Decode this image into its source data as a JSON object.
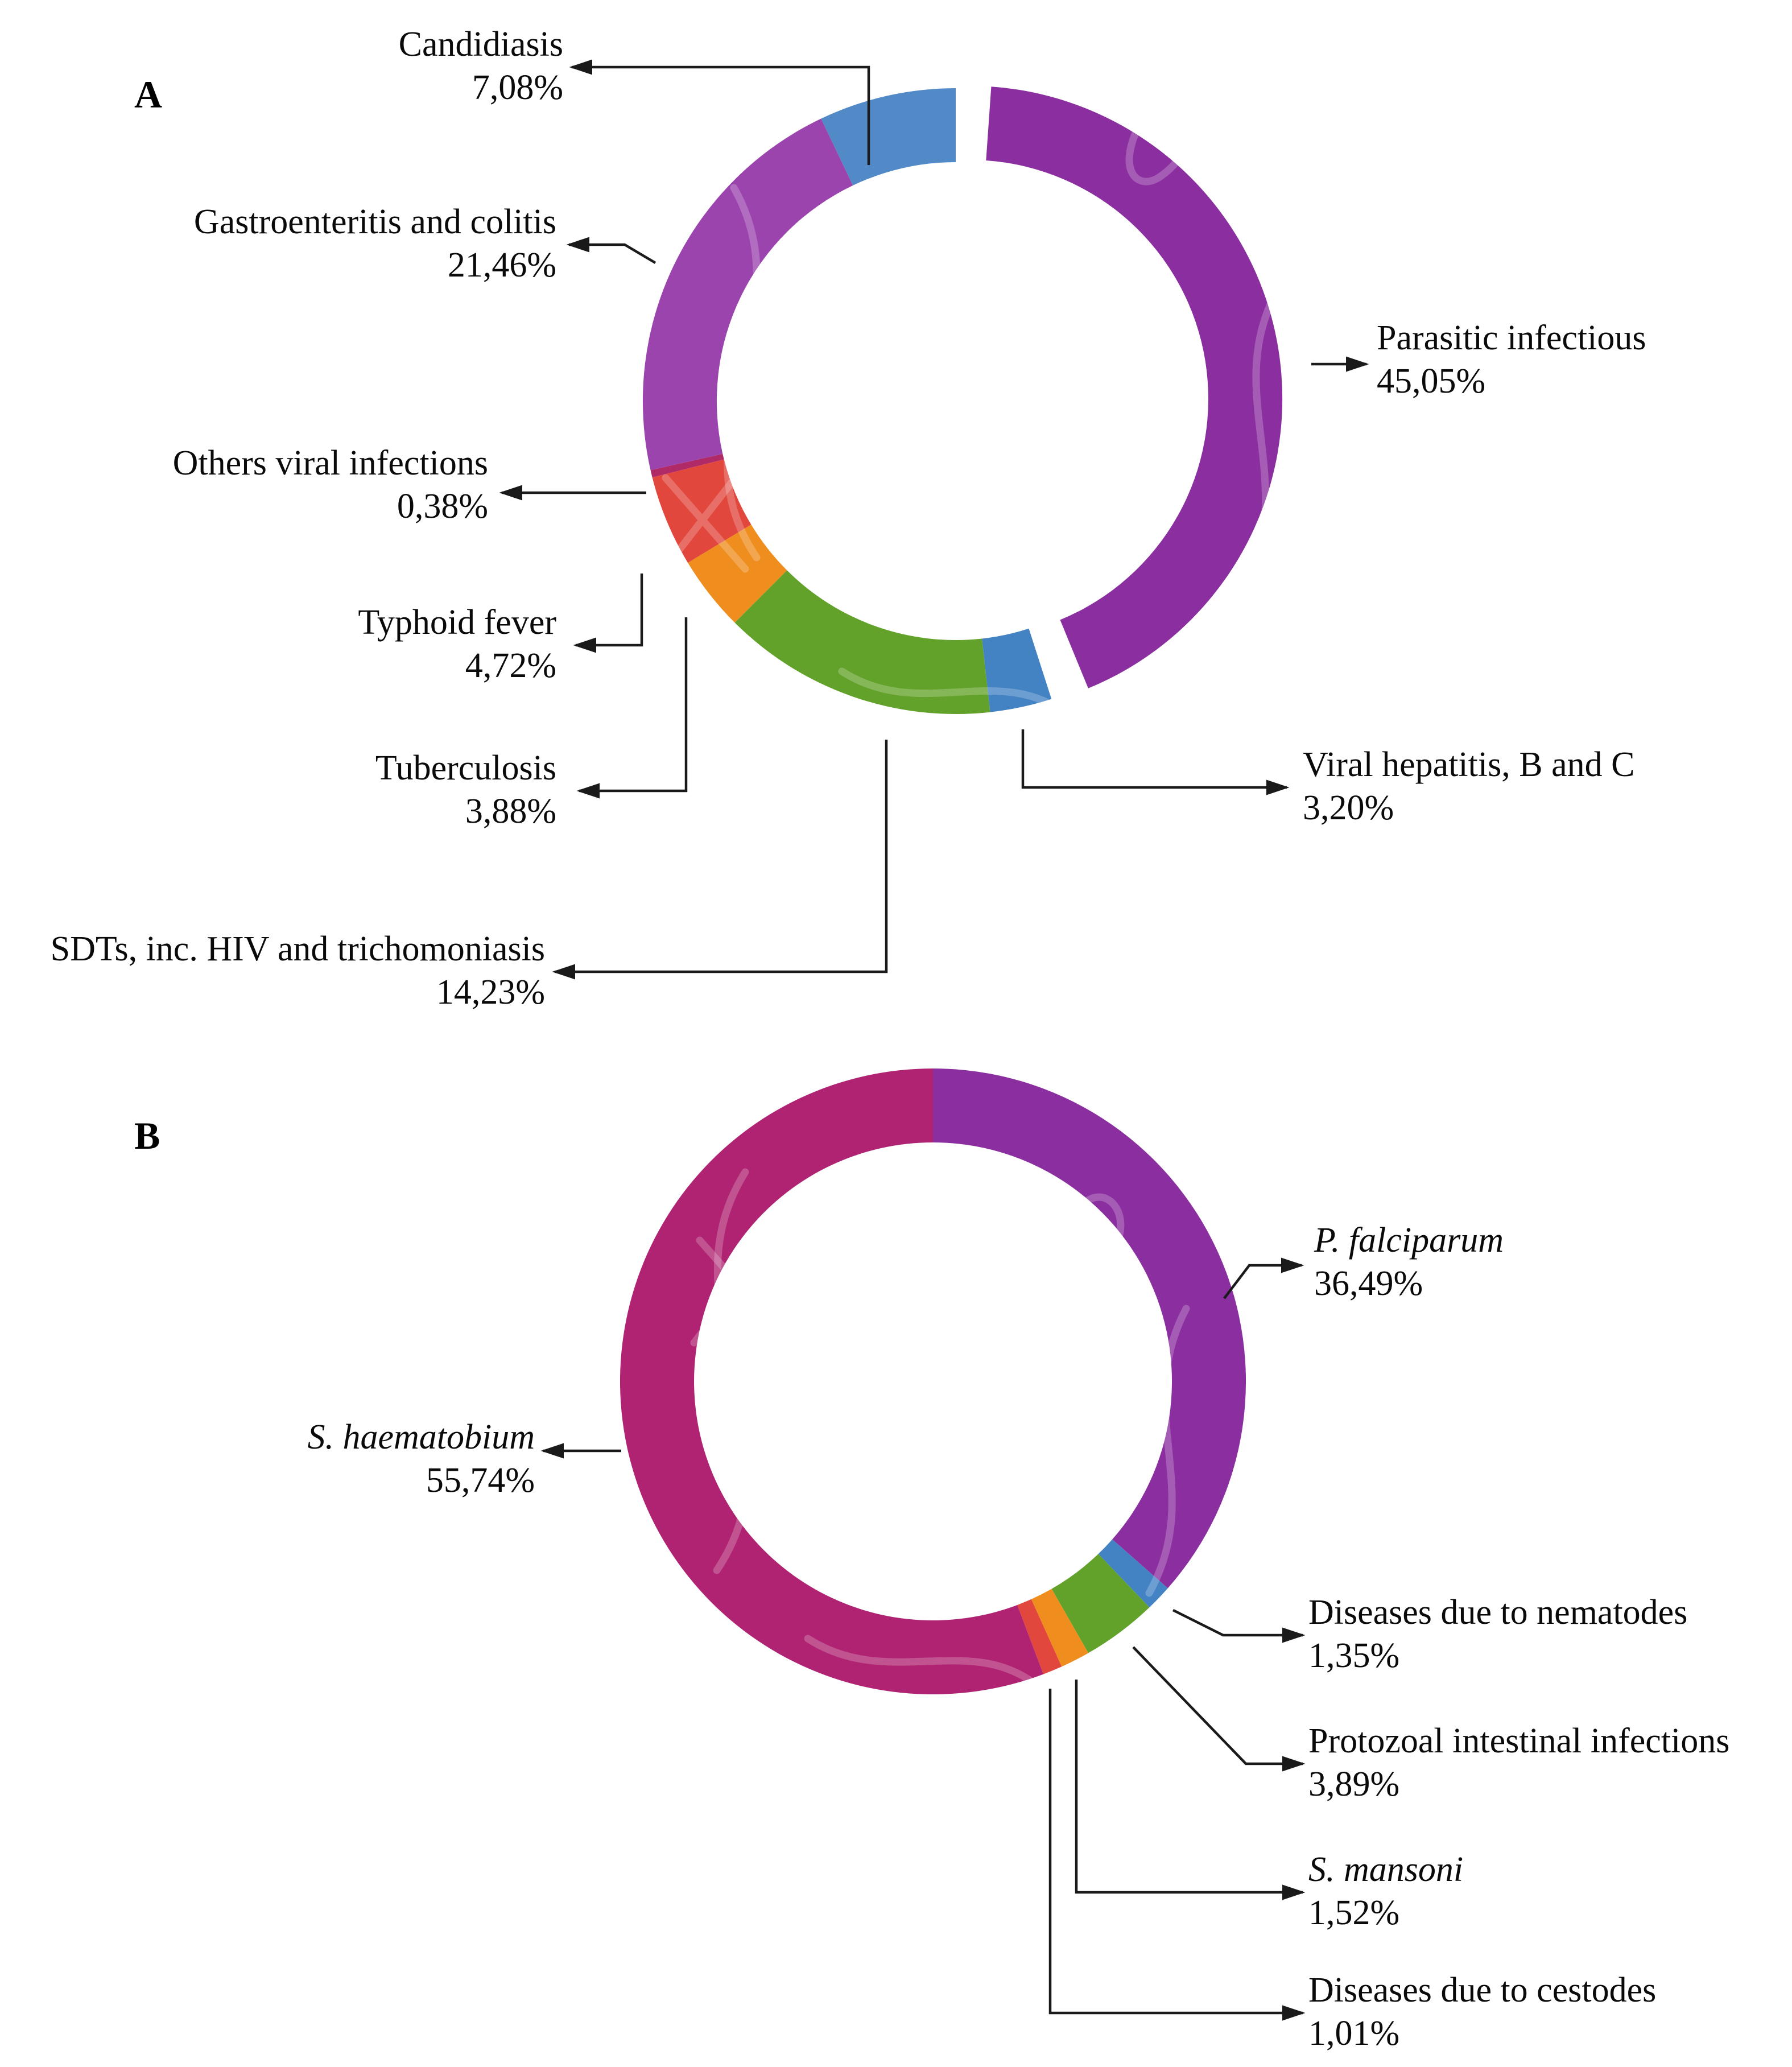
{
  "figure": {
    "kind": "two-panel donut figure",
    "background": "#ffffff",
    "arrow_color": "#1a1a1a",
    "text_color": "#0a0a0a",
    "watermark_color": "rgba(255,255,255,0.22)"
  },
  "chart_data": [
    {
      "id": "A",
      "type": "pie",
      "subtype": "donut",
      "title": "A",
      "units": "%",
      "decimal_style": "comma",
      "start_angle_deg": 0,
      "clockwise": true,
      "legend_position": "callout-labels",
      "segments": [
        {
          "label": "Parasitic infectious",
          "value": 45.05,
          "display": "45,05%",
          "color": "#8B2FA0",
          "exploded": true,
          "italic_label": false
        },
        {
          "label": "Viral hepatitis, B and C",
          "value": 3.2,
          "display": "3,20%",
          "color": "#4383C4",
          "exploded": false,
          "italic_label": false
        },
        {
          "label": "SDTs, inc. HIV and trichomoniasis",
          "value": 14.23,
          "display": "14,23%",
          "color": "#63A22A",
          "exploded": false,
          "italic_label": false
        },
        {
          "label": "Tuberculosis",
          "value": 3.88,
          "display": "3,88%",
          "color": "#EF8E1F",
          "exploded": false,
          "italic_label": false
        },
        {
          "label": "Typhoid fever",
          "value": 4.72,
          "display": "4,72%",
          "color": "#E2473E",
          "exploded": false,
          "italic_label": false
        },
        {
          "label": "Others viral infections",
          "value": 0.38,
          "display": "0,38%",
          "color": "#B02A68",
          "exploded": false,
          "italic_label": false
        },
        {
          "label": "Gastroenteritis and colitis",
          "value": 21.46,
          "display": "21,46%",
          "color": "#9B44AD",
          "exploded": false,
          "italic_label": false
        },
        {
          "label": "Candidiasis",
          "value": 7.08,
          "display": "7,08%",
          "color": "#5289C7",
          "exploded": false,
          "italic_label": false
        }
      ]
    },
    {
      "id": "B",
      "type": "pie",
      "subtype": "donut",
      "title": "B",
      "units": "%",
      "decimal_style": "comma",
      "start_angle_deg": 0,
      "clockwise": true,
      "legend_position": "callout-labels",
      "segments": [
        {
          "label": "P. falciparum",
          "value": 36.49,
          "display": "36,49%",
          "color": "#8B2FA0",
          "exploded": false,
          "italic_label": true
        },
        {
          "label": "Diseases due to nematodes",
          "value": 1.35,
          "display": "1,35%",
          "color": "#4383C4",
          "exploded": false,
          "italic_label": false
        },
        {
          "label": "Protozoal intestinal infections",
          "value": 3.89,
          "display": "3,89%",
          "color": "#63A22A",
          "exploded": false,
          "italic_label": false
        },
        {
          "label": "S. mansoni",
          "value": 1.52,
          "display": "1,52%",
          "color": "#EF8E1F",
          "exploded": false,
          "italic_label": true
        },
        {
          "label": "Diseases due to cestodes",
          "value": 1.01,
          "display": "1,01%",
          "color": "#E2473E",
          "exploded": false,
          "italic_label": false
        },
        {
          "label": "S. haematobium",
          "value": 55.74,
          "display": "55,74%",
          "color": "#B02372",
          "exploded": false,
          "italic_label": true
        }
      ]
    }
  ]
}
